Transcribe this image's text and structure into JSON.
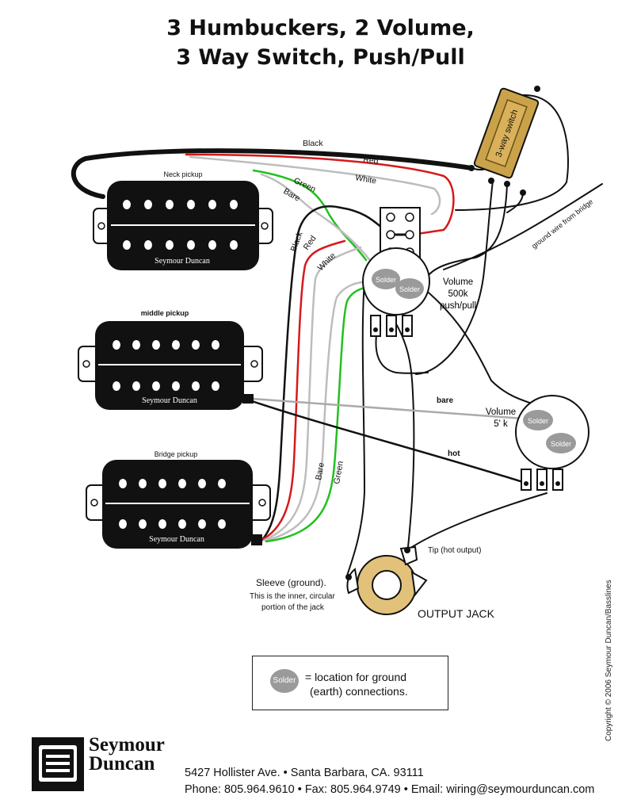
{
  "title": {
    "line1": "3 Humbuckers, 2 Volume,",
    "line2": "3 Way Switch, Push/Pull"
  },
  "pickups": {
    "neck_label": "Neck pickup",
    "middle_label": "middle pickup",
    "bridge_label": "Bridge pickup",
    "brand": "Seymour Duncan"
  },
  "wires": {
    "black": "Black",
    "red": "Red",
    "white": "White",
    "green": "Green",
    "bare": "Bare",
    "bare_lower": "bare",
    "hot": "hot",
    "ground_from_bridge": "ground wire from bridge"
  },
  "switch_label": "3-way switch",
  "pot1": {
    "solder1": "Solder",
    "solder2": "Solder",
    "label_l1": "Volume",
    "label_l2": "500k",
    "label_l3": "push/pull"
  },
  "pot2": {
    "solder1": "Solder",
    "solder2": "Solder",
    "label_l1": "Volume",
    "label_l2": "5' k"
  },
  "jack": {
    "tip": "Tip (hot output)",
    "sleeve_l1": "Sleeve (ground).",
    "sleeve_l2": "This is the inner, circular",
    "sleeve_l3": "portion of the jack",
    "output": "OUTPUT JACK"
  },
  "legend": {
    "solder": "Solder",
    "line1": "= location for ground",
    "line2": "(earth) connections."
  },
  "footer": {
    "logo_line1": "Seymour",
    "logo_line2": "Duncan",
    "address": "5427 Hollister Ave. • Santa Barbara, CA. 93111",
    "contact": "Phone: 805.964.9610 • Fax: 805.964.9749 • Email: wiring@seymourduncan.com",
    "copyright": "Copyright © 2006 Seymour Duncan/Basslines"
  },
  "colors": {
    "wire_black": "#111111",
    "wire_red": "#d6191b",
    "wire_white": "#bdbdbd",
    "wire_green": "#22c01f",
    "switch_body": "#c9a24a",
    "jack_ring": "#e2c27a",
    "solder_gray": "#9a9a9a"
  }
}
